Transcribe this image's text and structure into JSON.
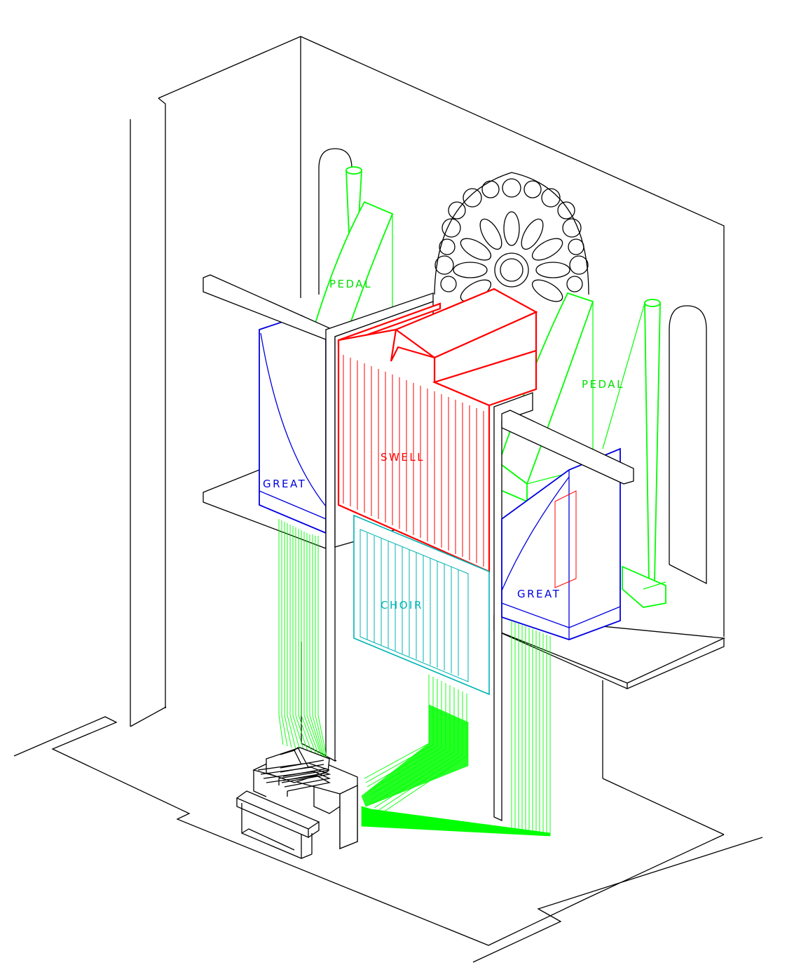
{
  "labels": {
    "pedal_left": "PEDAL",
    "pedal_right": "PEDAL",
    "swell": "SWELL",
    "great_left": "GREAT",
    "great_right": "GREAT",
    "choir": "CHOIR"
  },
  "colors": {
    "swell": "#ff0000",
    "great": "#0000e0",
    "choir": "#00b3b3",
    "pedal": "#00ff00",
    "trackers": "#00ff00",
    "building": "#000000",
    "background": "#ffffff"
  }
}
